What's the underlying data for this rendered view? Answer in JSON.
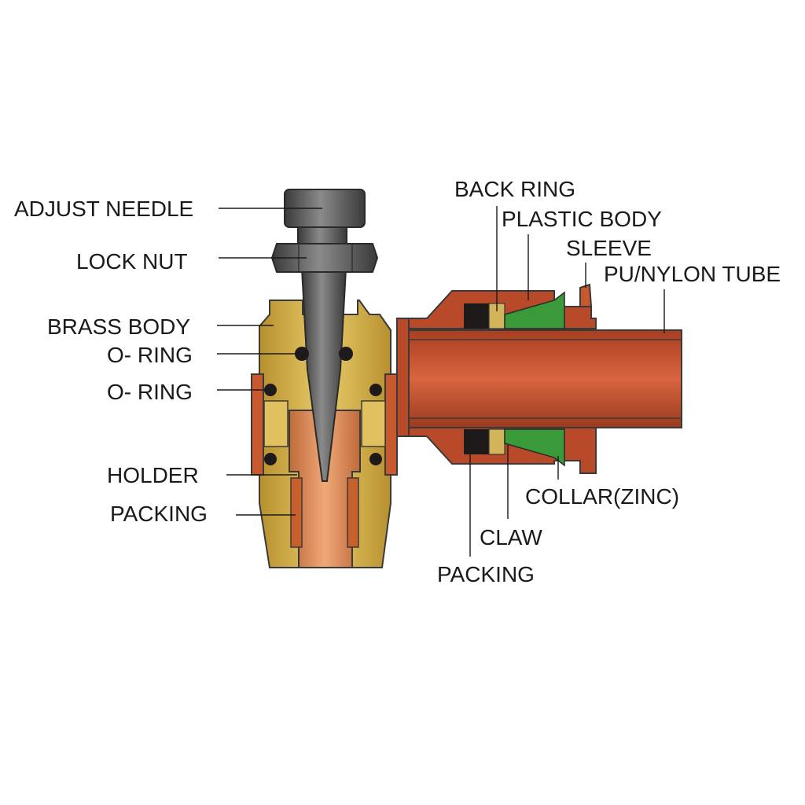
{
  "labels": {
    "adjust_needle": "ADJUST NEEDLE",
    "lock_nut": "LOCK NUT",
    "brass_body": "BRASS BODY",
    "o_ring_upper": "O- RING",
    "o_ring_lower": "O- RING",
    "holder": "HOLDER",
    "packing_left": "PACKING",
    "back_ring": "BACK RING",
    "plastic_body": "PLASTIC BODY",
    "sleeve": "SLEEVE",
    "tube": "PU/NYLON TUBE",
    "collar": "COLLAR(ZINC)",
    "claw": "CLAW",
    "packing_right": "PACKING"
  },
  "colors": {
    "brass": "#d8b44e",
    "copper": "#d88a55",
    "steel": "#5a5a5a",
    "plastic": "#b84a2a",
    "collar": "#3a9a3a",
    "packing": "#1e1a1a",
    "back_ring": "#d2b45a"
  }
}
